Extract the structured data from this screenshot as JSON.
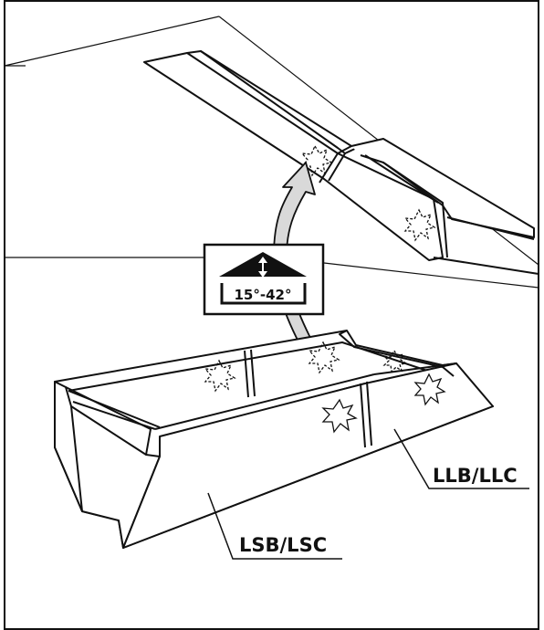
{
  "diagram": {
    "pitch_badge": {
      "range": "15°-42°",
      "icon": "roof-pitch-icon"
    },
    "labels": {
      "upper_flashing": "LLB/LLC",
      "lower_flashing": "LSB/LSC"
    },
    "colors": {
      "line": "#111111",
      "arrow_fill": "#d9d9d9",
      "background": "#ffffff"
    }
  }
}
